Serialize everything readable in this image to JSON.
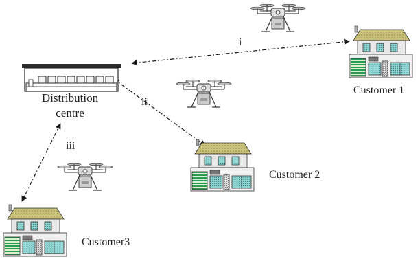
{
  "depot": {
    "label_line1": "Distribution",
    "label_line2": "centre"
  },
  "customers": [
    {
      "label": "Customer 1"
    },
    {
      "label": "Customer 2"
    },
    {
      "label": "Customer3"
    }
  ],
  "routes": [
    {
      "label": "i"
    },
    {
      "label": "ii"
    },
    {
      "label": "iii"
    }
  ],
  "colors": {
    "roof": "#c9c07a",
    "window": "#8fd3d0",
    "door_green": "#2e9a4e",
    "line": "#1a1a1a"
  }
}
